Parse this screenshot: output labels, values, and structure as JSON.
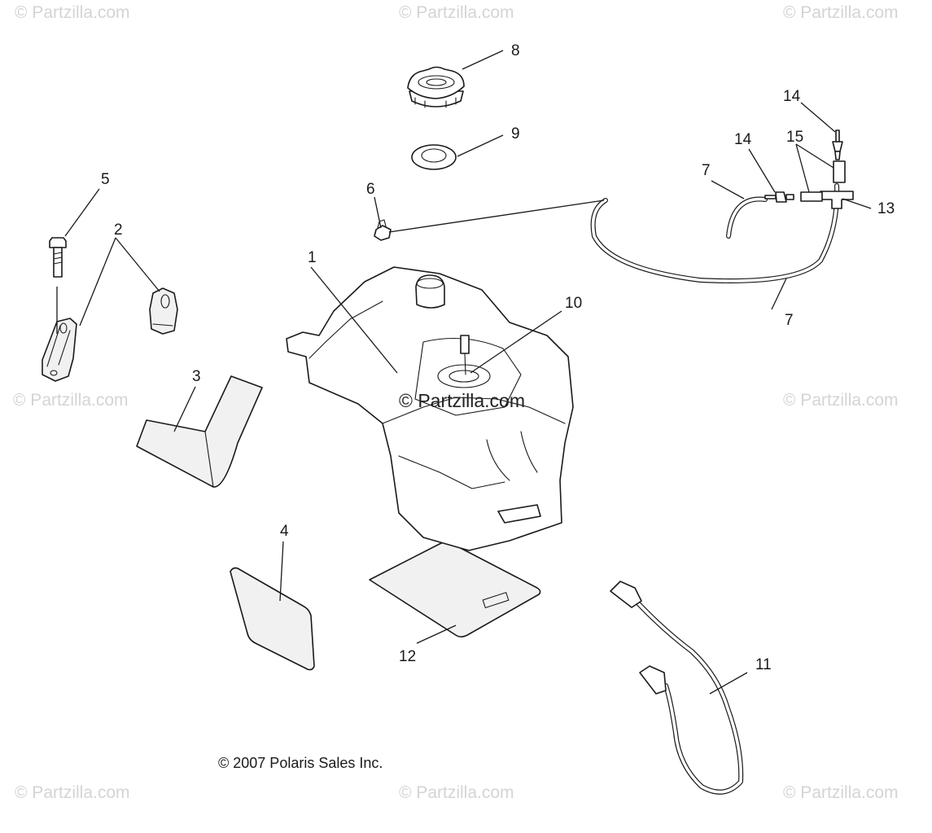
{
  "watermarks": {
    "top_left": "© Partzilla.com",
    "top_center": "© Partzilla.com",
    "top_right": "© Partzilla.com",
    "mid_left": "© Partzilla.com",
    "mid_center": "© Partzilla.com",
    "mid_right": "© Partzilla.com",
    "bottom_left": "© Partzilla.com",
    "bottom_center": "© Partzilla.com",
    "bottom_right": "© Partzilla.com"
  },
  "copyright": "© 2007 Polaris Sales Inc.",
  "callouts": {
    "c1": "1",
    "c2": "2",
    "c3": "3",
    "c4": "4",
    "c5": "5",
    "c6": "6",
    "c7a": "7",
    "c7b": "7",
    "c8": "8",
    "c9": "9",
    "c10": "10",
    "c11": "11",
    "c12": "12",
    "c13": "13",
    "c14a": "14",
    "c14b": "14",
    "c15": "15"
  },
  "colors": {
    "line": "#1a1a1a",
    "watermark": "#d4d4d4",
    "background": "#ffffff"
  }
}
